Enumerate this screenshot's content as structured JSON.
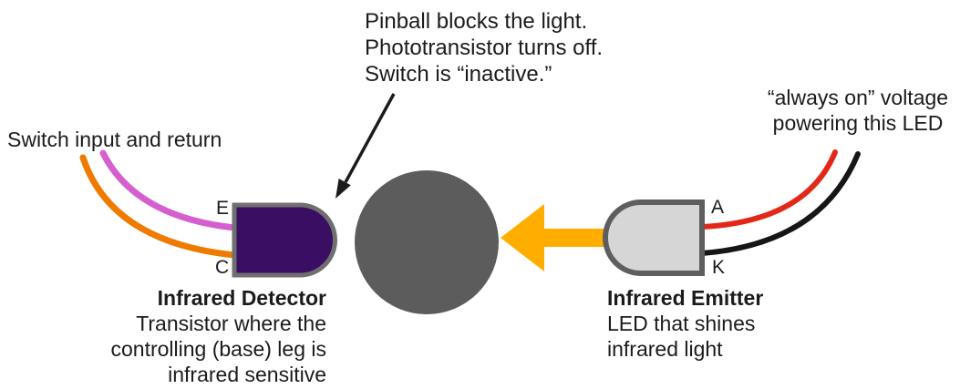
{
  "annotations": {
    "pinball_note": {
      "line1": "Pinball blocks the light.",
      "line2": "Phototransistor turns off.",
      "line3": "Switch is “inactive.”"
    },
    "always_on_note": {
      "line1": "“always on” voltage",
      "line2": "powering this LED"
    },
    "switch_wires_label": "Switch input and return"
  },
  "detector": {
    "title": "Infrared Detector",
    "desc_line1": "Transistor where the",
    "desc_line2": "controlling (base) leg is",
    "desc_line3": "infrared sensitive",
    "pin_top": "E",
    "pin_bottom": "C"
  },
  "emitter": {
    "title": "Infrared Emitter",
    "desc_line1": "LED that shines",
    "desc_line2": "infrared light",
    "pin_top": "A",
    "pin_bottom": "K"
  },
  "colors": {
    "ink": "#1b1b1b",
    "detector_fill": "#390e63",
    "detector_stroke": "#6f6f6f",
    "emitter_fill": "#d6d6d6",
    "emitter_stroke": "#5e5e5e",
    "pinball": "#5c5c5c",
    "beam": "#ffae00",
    "wire_input": "#d65fd0",
    "wire_return": "#ee7b00",
    "wire_anode": "#e32819",
    "wire_cathode": "#161616"
  }
}
